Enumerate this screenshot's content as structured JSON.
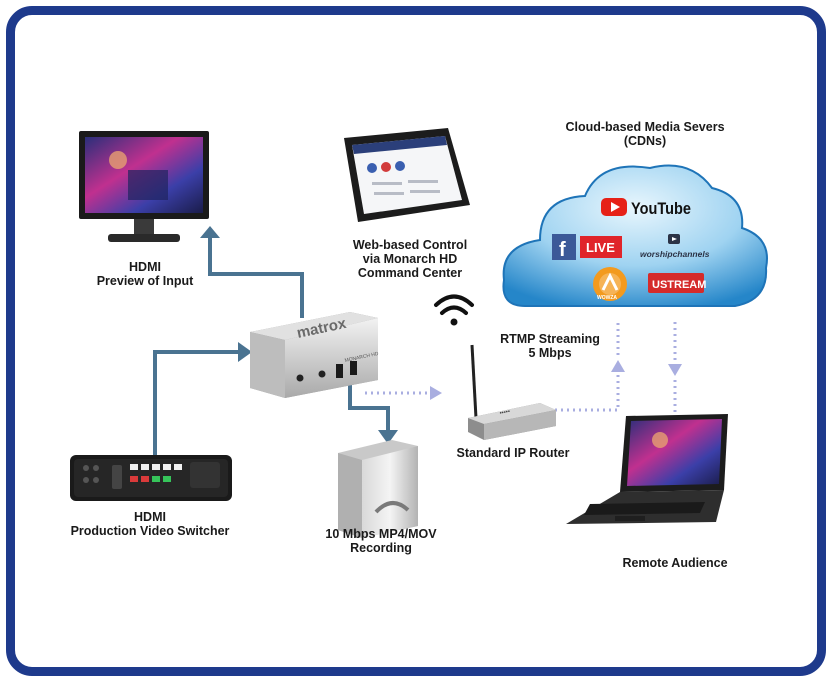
{
  "labels": {
    "hdmi_preview": [
      "HDMI",
      "Preview of Input"
    ],
    "web_control": [
      "Web-based Control",
      "via Monarch HD",
      "Command Center"
    ],
    "cloud": [
      "Cloud-based Media Severs",
      "(CDNs)"
    ],
    "rtmp": [
      "RTMP Streaming",
      "5 Mbps"
    ],
    "router": "Standard IP Router",
    "switcher": [
      "HDMI",
      "Production Video Switcher"
    ],
    "recording": [
      "10 Mbps MP4/MOV",
      "Recording"
    ],
    "audience": "Remote Audience"
  },
  "services": {
    "youtube": "YouTube",
    "facebook_live": "LIVE",
    "worship": "worshipchannels",
    "ustream": "USTREAM",
    "wowza": "WOWZA"
  },
  "device": {
    "brand": "matrox",
    "model": "MONARCH HD"
  },
  "colors": {
    "frame": "#1e3a8c",
    "arrow_solid": "#4a7391",
    "arrow_dotted": "#a9aee0",
    "cloud_light": "#bfe3f7",
    "cloud_dark": "#2a8fd0"
  }
}
